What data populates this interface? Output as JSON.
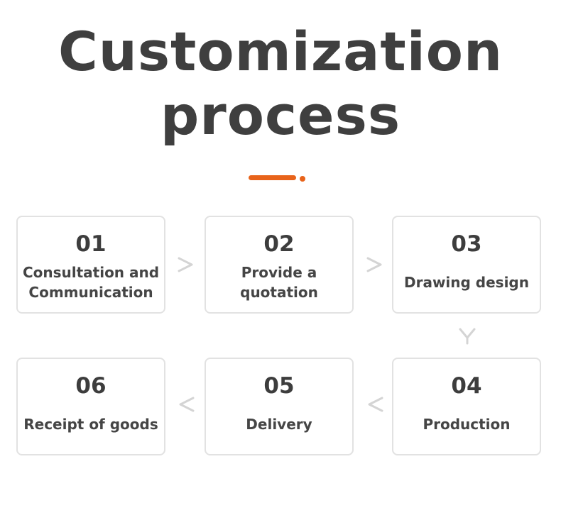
{
  "title": {
    "line1": "Customization",
    "line2": "process"
  },
  "colors": {
    "accent": "#e8631a",
    "card_border": "#e2e2e2",
    "arrow": "#d4d4d4",
    "text": "#3d3d3d"
  },
  "steps": [
    {
      "number": "01",
      "label": "Consultation and Communication"
    },
    {
      "number": "02",
      "label": "Provide a quotation"
    },
    {
      "number": "03",
      "label": "Drawing design"
    },
    {
      "number": "04",
      "label": "Production"
    },
    {
      "number": "05",
      "label": "Delivery"
    },
    {
      "number": "06",
      "label": "Receipt of goods"
    }
  ],
  "connectors": [
    {
      "from": "01",
      "to": "02",
      "icon": "chevron-right-icon"
    },
    {
      "from": "02",
      "to": "03",
      "icon": "chevron-right-icon"
    },
    {
      "from": "03",
      "to": "04",
      "icon": "chevron-down-icon"
    },
    {
      "from": "04",
      "to": "05",
      "icon": "chevron-left-icon"
    },
    {
      "from": "05",
      "to": "06",
      "icon": "chevron-left-icon"
    }
  ]
}
